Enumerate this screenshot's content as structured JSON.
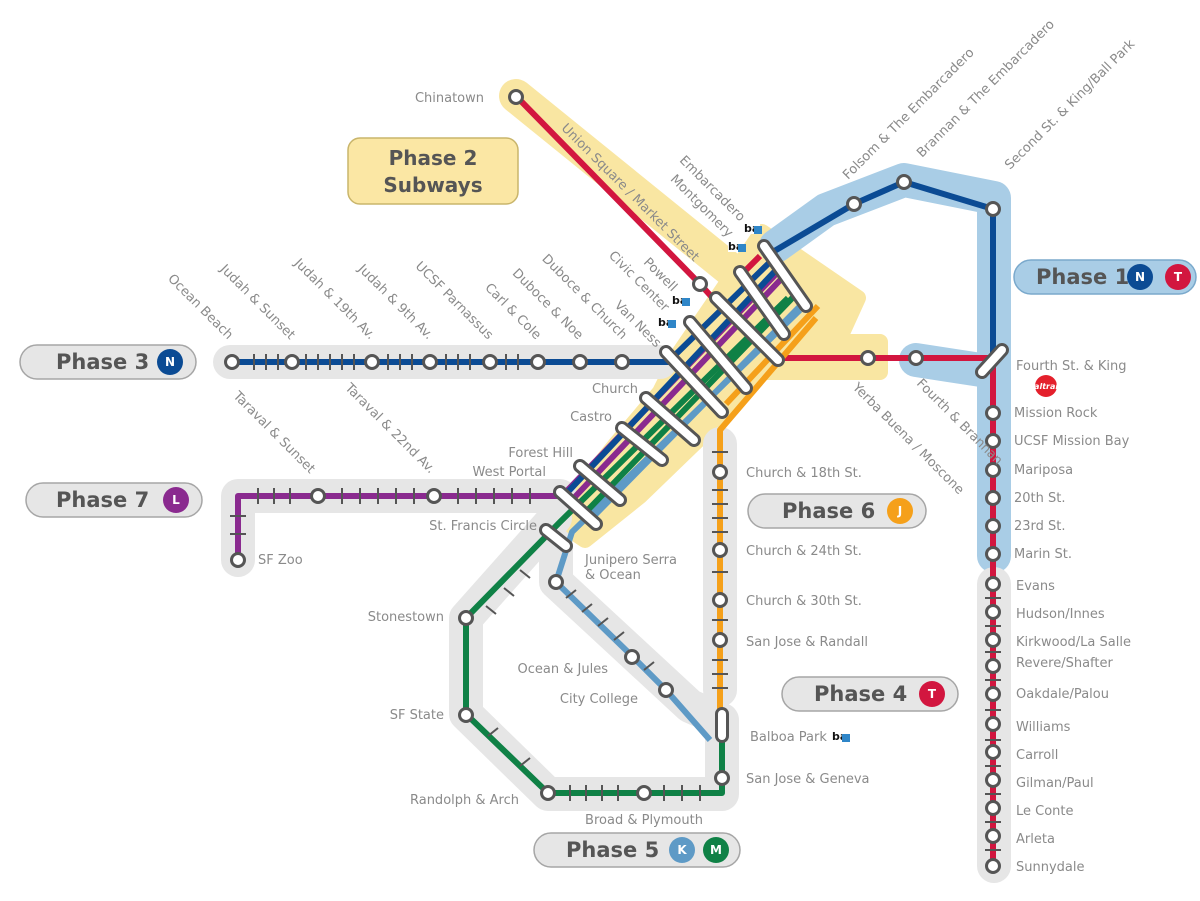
{
  "colors": {
    "N": "#0b4b94",
    "T": "#d2163f",
    "L": "#8a2a8f",
    "J": "#f5a01a",
    "K": "#5e9ac6",
    "M": "#0f8146",
    "subway_band": "#f9e6a2",
    "phase1_band": "#a9cde6",
    "gray_band": "#e6e6e6",
    "label": "#8a8a8a"
  },
  "lines": {
    "N": {
      "badge": "N"
    },
    "T": {
      "badge": "T"
    },
    "L": {
      "badge": "L"
    },
    "J": {
      "badge": "J"
    },
    "K": {
      "badge": "K"
    },
    "M": {
      "badge": "M"
    }
  },
  "phases": {
    "phase1": {
      "label": "Phase 1",
      "lines": [
        "N",
        "T"
      ]
    },
    "phase2": {
      "label_line1": "Phase 2",
      "label_line2": "Subways"
    },
    "phase3": {
      "label": "Phase 3",
      "lines": [
        "N"
      ]
    },
    "phase4": {
      "label": "Phase 4",
      "lines": [
        "T"
      ]
    },
    "phase5": {
      "label": "Phase 5",
      "lines": [
        "K",
        "M"
      ]
    },
    "phase6": {
      "label": "Phase 6",
      "lines": [
        "J"
      ]
    },
    "phase7": {
      "label": "Phase 7",
      "lines": [
        "L"
      ]
    }
  },
  "logos": {
    "bart": "ba",
    "caltrain": "Caltrain"
  },
  "stations": {
    "chinatown": "Chinatown",
    "union_square": "Union Square / Market Street",
    "embarcadero": "Embarcadero",
    "montgomery": "Montgomery",
    "powell": "Powell",
    "civic_center": "Civic Center",
    "van_ness": "Van Ness",
    "church": "Church",
    "castro": "Castro",
    "forest_hill": "Forest Hill",
    "west_portal": "West Portal",
    "st_francis": "St. Francis Circle",
    "folsom": "Folsom & The Embarcadero",
    "brannan_emb": "Brannan & The Embarcadero",
    "second_king": "Second St. & King/Ball Park",
    "fourth_king": "Fourth St. & King",
    "yerba_buena": "Yerba Buena / Moscone",
    "fourth_brannan": "Fourth & Brannan",
    "ocean_beach": "Ocean Beach",
    "judah_sunset": "Judah & Sunset",
    "judah_19th": "Judah & 19th Av.",
    "judah_9th": "Judah & 9th Av.",
    "ucsf_parnassus": "UCSF Parnassus",
    "carl_cole": "Carl & Cole",
    "duboce_noe": "Duboce & Noe",
    "duboce_church": "Duboce & Church",
    "taraval_sunset": "Taraval & Sunset",
    "taraval_22nd": "Taraval & 22nd Av.",
    "sf_zoo": "SF Zoo",
    "mission_rock": "Mission Rock",
    "ucsf_mission_bay": "UCSF Mission Bay",
    "mariposa": "Mariposa",
    "twentieth": "20th St.",
    "twentythird": "23rd St.",
    "marin": "Marin St.",
    "evans": "Evans",
    "hudson": "Hudson/Innes",
    "kirkwood": "Kirkwood/La Salle",
    "revere": "Revere/Shafter",
    "oakdale": "Oakdale/Palou",
    "williams": "Williams",
    "carroll": "Carroll",
    "gilman": "Gilman/Paul",
    "le_conte": "Le Conte",
    "arleta": "Arleta",
    "sunnydale": "Sunnydale",
    "church_18th": "Church & 18th St.",
    "church_24th": "Church & 24th St.",
    "church_30th": "Church & 30th St.",
    "san_jose_randall": "San Jose & Randall",
    "balboa_park": "Balboa Park",
    "san_jose_geneva": "San Jose & Geneva",
    "junipero_l1": "Junipero Serra",
    "junipero_l2": "& Ocean",
    "ocean_jules": "Ocean & Jules",
    "city_college": "City College",
    "stonestown": "Stonestown",
    "sf_state": "SF State",
    "randolph_arch": "Randolph & Arch",
    "broad_plymouth": "Broad & Plymouth"
  }
}
